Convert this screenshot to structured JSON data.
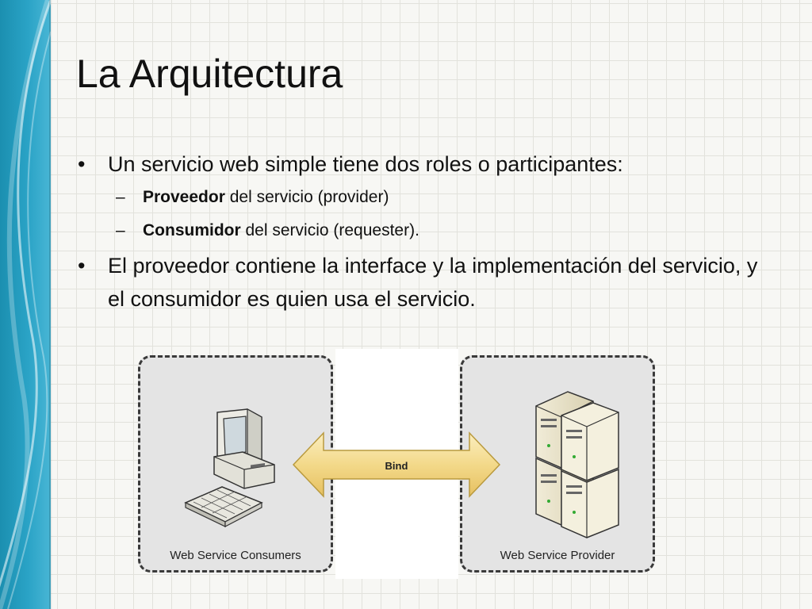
{
  "slide": {
    "title": "La Arquitectura",
    "bullets": [
      {
        "text": "Un servicio web simple tiene dos roles o participantes:"
      },
      {
        "text": "El proveedor contiene la interface y la implementación del servicio, y el consumidor es quien usa el servicio."
      }
    ],
    "subbullets": [
      {
        "bold": "Proveedor",
        "text": " del servicio (provider)"
      },
      {
        "bold": "Consumidor",
        "text": " del servicio (requester)."
      }
    ]
  },
  "diagram": {
    "consumer_label": "Web Service Consumers",
    "provider_label": "Web Service Provider",
    "arrow_label": "Bind",
    "icons": [
      "desktop-computer-icon",
      "server-rack-icon"
    ],
    "colors": {
      "arrow_fill": "#f3d98a",
      "panel_fill": "#e4e4e4",
      "accent": "#2aa3c6"
    }
  }
}
